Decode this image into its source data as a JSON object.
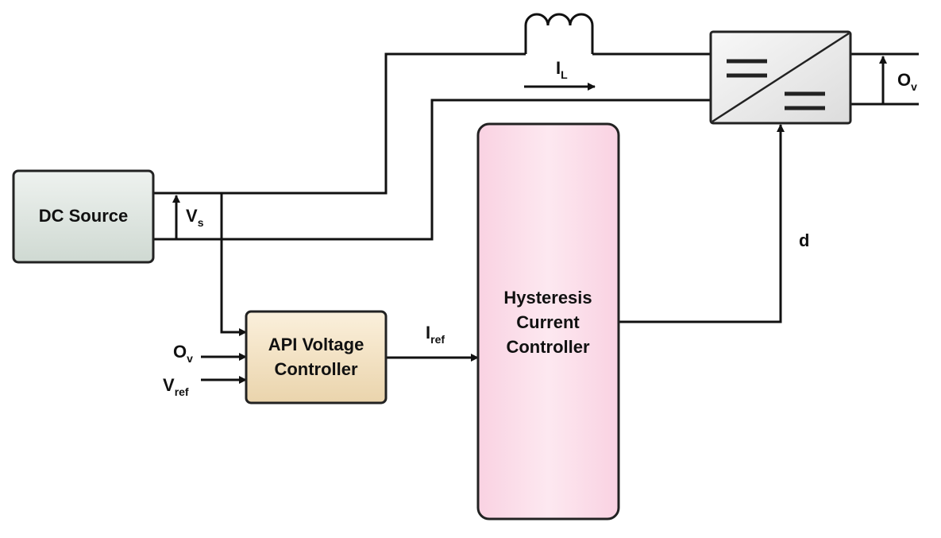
{
  "blocks": {
    "dc_source": "DC Source",
    "api_controller": [
      "API Voltage",
      "Controller"
    ],
    "hysteresis_controller": [
      "Hysteresis",
      "Current",
      "Controller"
    ]
  },
  "signals": {
    "vs": {
      "main": "V",
      "sub": "s"
    },
    "il": {
      "main": "I",
      "sub": "L"
    },
    "ov_out": {
      "main": "O",
      "sub": "v"
    },
    "ov_in": {
      "main": "O",
      "sub": "v"
    },
    "vref": {
      "main": "V",
      "sub": "ref"
    },
    "iref": {
      "main": "I",
      "sub": "ref"
    },
    "d": {
      "main": "d"
    }
  },
  "colors": {
    "dc_source_fill": "#dde5df",
    "api_fill": "#f3e2c2",
    "hysteresis_fill": "#fbdde9",
    "converter_fill": "#ededed"
  }
}
